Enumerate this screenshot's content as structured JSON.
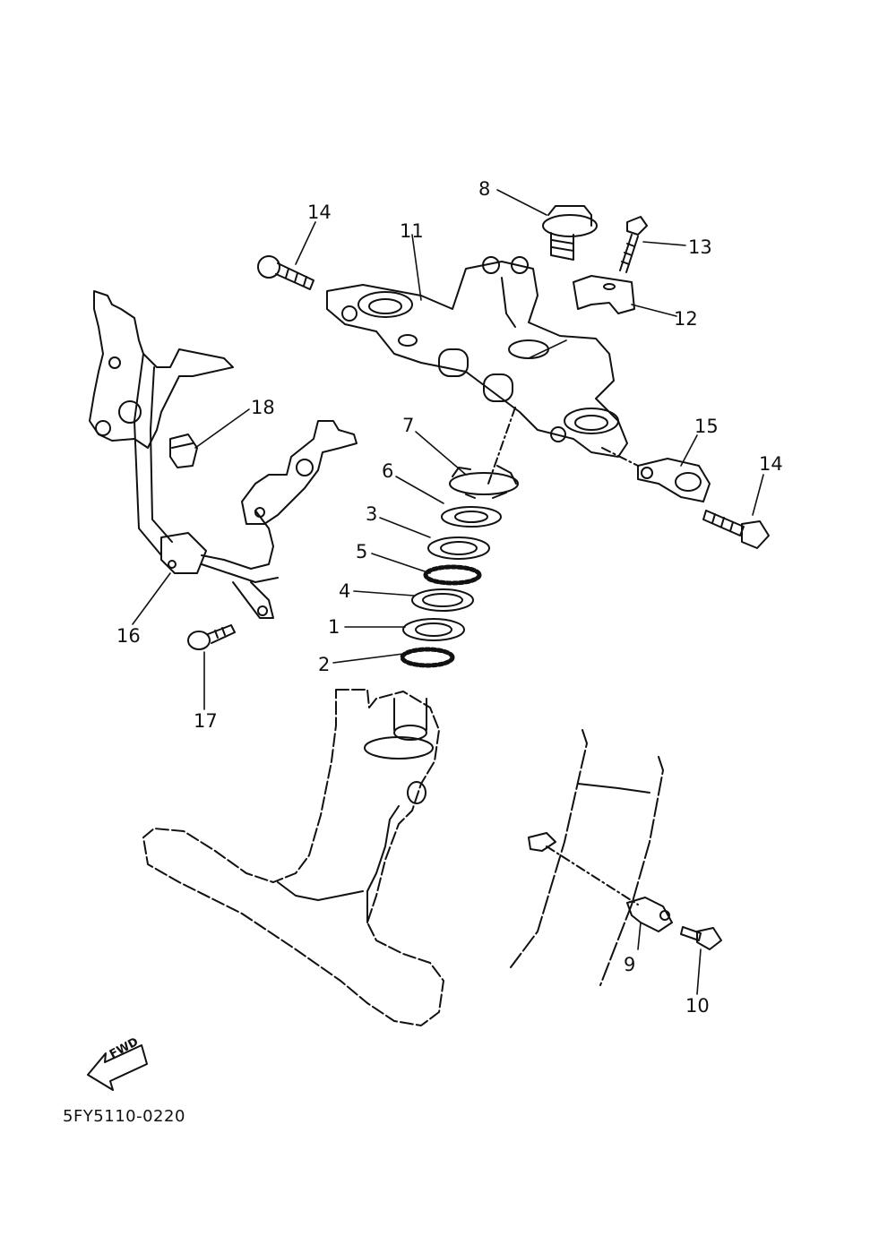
{
  "diagram_code": "5FY5110-0220",
  "fwd_label": "FWD",
  "callouts": {
    "c1": "1",
    "c2": "2",
    "c3": "3",
    "c4": "4",
    "c5": "5",
    "c6": "6",
    "c7": "7",
    "c8": "8",
    "c9": "9",
    "c10": "10",
    "c11": "11",
    "c12": "12",
    "c13": "13",
    "c14a": "14",
    "c14b": "14",
    "c15": "15",
    "c16": "16",
    "c17": "17",
    "c18": "18"
  },
  "colors": {
    "line": "#111111",
    "background": "#ffffff"
  }
}
